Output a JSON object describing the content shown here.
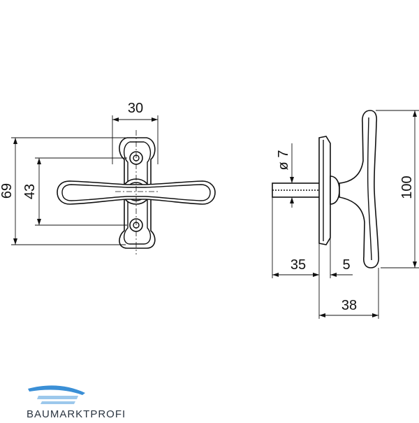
{
  "drawing": {
    "dimensions": {
      "front_width": "30",
      "front_height_total": "69",
      "front_hole_spacing": "43",
      "spindle_diameter": "ø 7",
      "side_height": "100",
      "spindle_length": "35",
      "rose_thickness": "5",
      "side_depth": "38"
    }
  },
  "brand": {
    "name": "BAUMARKTPROFI",
    "colors": {
      "swoosh": "#3a8fd6",
      "swoosh_light": "#9cc8ec",
      "text": "#2a3440"
    }
  }
}
